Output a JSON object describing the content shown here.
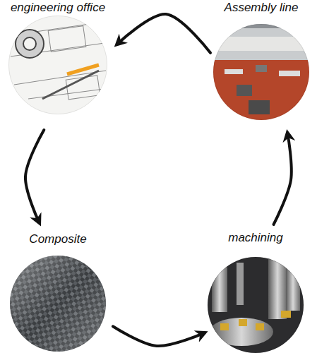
{
  "diagram": {
    "nodes": [
      {
        "text": [
          "engineering office"
        ]
      },
      {
        "text": [
          "Assembly line"
        ]
      },
      {
        "text": [
          "Composite"
        ]
      },
      {
        "text": [
          "machining"
        ]
      }
    ],
    "edges": [
      {
        "from": 1,
        "to": 0,
        "arrow": "to"
      },
      {
        "from": 0,
        "to": 2,
        "arrow": "to"
      },
      {
        "from": 2,
        "to": 3,
        "arrow": "to"
      },
      {
        "from": 3,
        "to": 1,
        "arrow": "to"
      }
    ]
  }
}
